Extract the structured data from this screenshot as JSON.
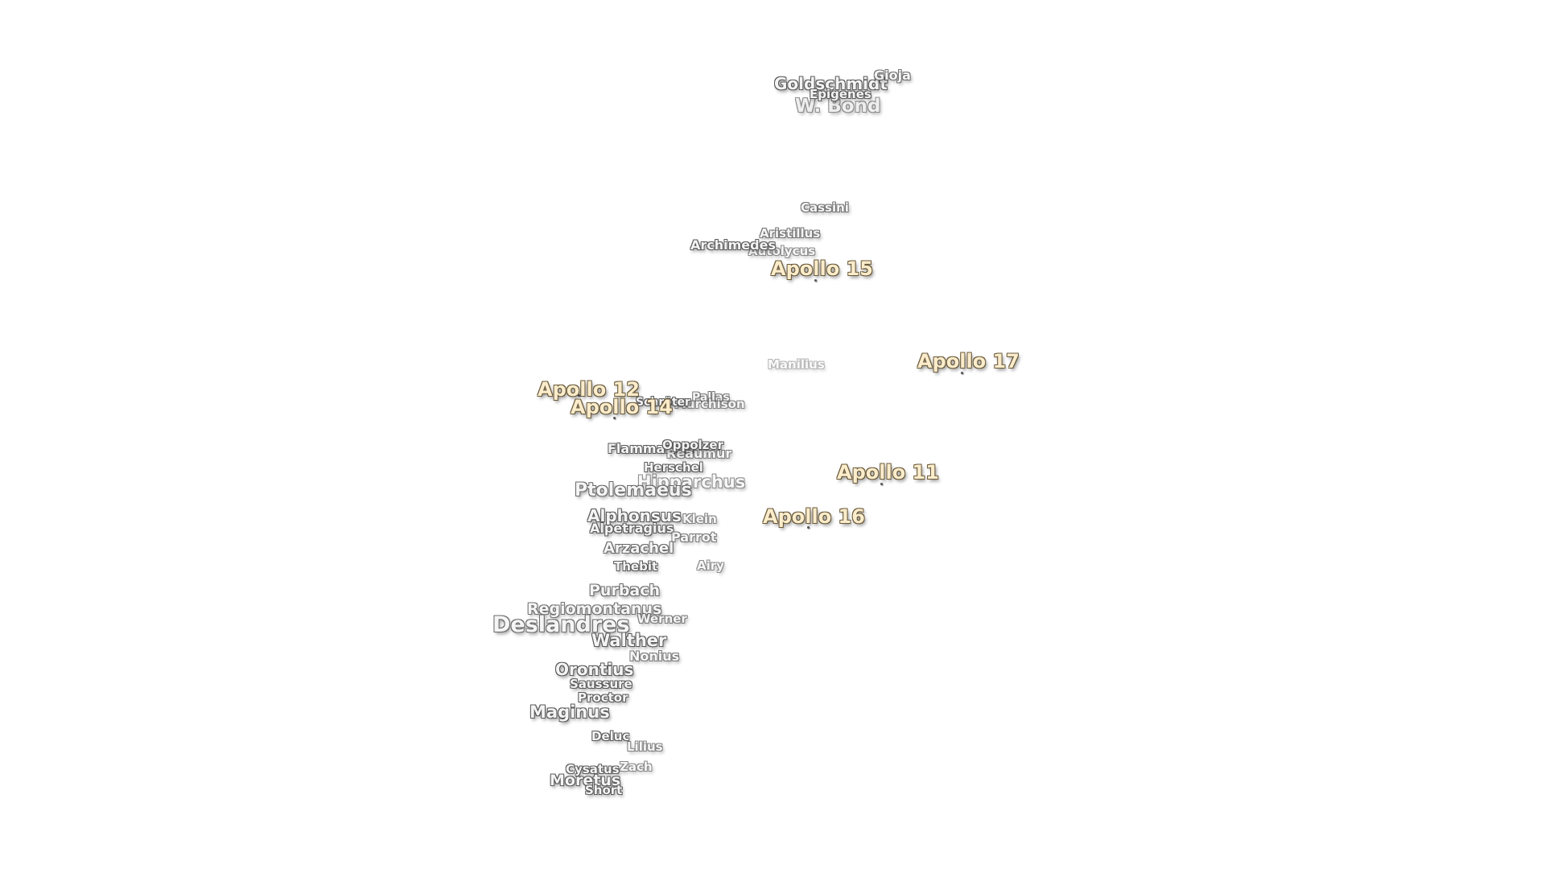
{
  "map": {
    "landing_sites": [
      {
        "id": "apollo-11",
        "name": "Apollo 11"
      },
      {
        "id": "apollo-12",
        "name": "Apollo 12"
      },
      {
        "id": "apollo-14",
        "name": "Apollo 14"
      },
      {
        "id": "apollo-15",
        "name": "Apollo 15"
      },
      {
        "id": "apollo-16",
        "name": "Apollo 16"
      },
      {
        "id": "apollo-17",
        "name": "Apollo 17"
      }
    ],
    "features": [
      {
        "id": "goldschmidt",
        "name": "Goldschmidt"
      },
      {
        "id": "gioja",
        "name": "Gioja"
      },
      {
        "id": "epigenes",
        "name": "Epigenes"
      },
      {
        "id": "w-bond",
        "name": "W. Bond"
      },
      {
        "id": "cassini",
        "name": "Cassini"
      },
      {
        "id": "aristillus",
        "name": "Aristillus"
      },
      {
        "id": "archimedes",
        "name": "Archimedes"
      },
      {
        "id": "autolycus",
        "name": "Autolycus"
      },
      {
        "id": "manilius",
        "name": "Manilius"
      },
      {
        "id": "pallas",
        "name": "Pallas"
      },
      {
        "id": "schroter",
        "name": "Schröter"
      },
      {
        "id": "murchison",
        "name": "Murchison"
      },
      {
        "id": "flammarion",
        "name": "Flammarion"
      },
      {
        "id": "oppolzer",
        "name": "Oppolzer"
      },
      {
        "id": "reaumur",
        "name": "Réaumur"
      },
      {
        "id": "herschel",
        "name": "Herschel"
      },
      {
        "id": "hipparchus",
        "name": "Hipparchus"
      },
      {
        "id": "ptolemaeus",
        "name": "Ptolemaeus"
      },
      {
        "id": "alphonsus",
        "name": "Alphonsus"
      },
      {
        "id": "klein",
        "name": "Klein"
      },
      {
        "id": "alpetragius",
        "name": "Alpetragius"
      },
      {
        "id": "parrot",
        "name": "Parrot"
      },
      {
        "id": "arzachel",
        "name": "Arzachel"
      },
      {
        "id": "thebit",
        "name": "Thebit"
      },
      {
        "id": "airy",
        "name": "Airy"
      },
      {
        "id": "purbach",
        "name": "Purbach"
      },
      {
        "id": "regiomontanus",
        "name": "Regiomontanus"
      },
      {
        "id": "werner",
        "name": "Werner"
      },
      {
        "id": "deslandres",
        "name": "Deslandres"
      },
      {
        "id": "walther",
        "name": "Walther"
      },
      {
        "id": "nonius",
        "name": "Nonius"
      },
      {
        "id": "orontius",
        "name": "Orontius"
      },
      {
        "id": "saussure",
        "name": "Saussure"
      },
      {
        "id": "proctor",
        "name": "Proctor"
      },
      {
        "id": "maginus",
        "name": "Maginus"
      },
      {
        "id": "deluc",
        "name": "Deluc"
      },
      {
        "id": "lilius",
        "name": "Lilius"
      },
      {
        "id": "cysatus",
        "name": "Cysatus"
      },
      {
        "id": "zach",
        "name": "Zach"
      },
      {
        "id": "moretus",
        "name": "Moretus"
      },
      {
        "id": "short",
        "name": "Short"
      }
    ]
  }
}
